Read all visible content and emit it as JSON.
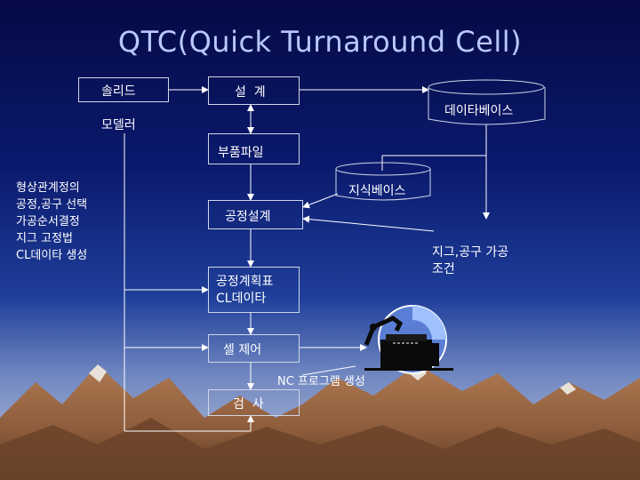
{
  "title": "QTC(Quick Turnaround Cell)",
  "nodes": {
    "solid_modeler_line1": "솔리드",
    "solid_modeler_line2": "모델러",
    "design": "설  계",
    "database": "데이타베이스",
    "part_file": "부품파일",
    "knowledge_base": "지식베이스",
    "process_design": "공정설계",
    "process_plan": "공정계획표\nCL데이타",
    "cell_control": "셀 제어",
    "inspection": "검  사"
  },
  "annotations": {
    "left_steps": "형상관계정의\n공정,공구 선택\n가공순서결정\n지그 고정법\nCL데이타 생성",
    "jig_tool_conditions": "지그,공구 가공\n조건",
    "nc_program": "NC 프로그램 생성"
  }
}
